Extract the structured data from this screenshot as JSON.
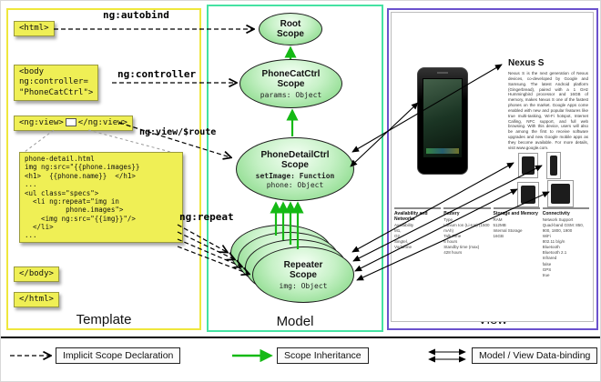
{
  "panels": {
    "template": {
      "label": "Template"
    },
    "model": {
      "label": "Model"
    },
    "view": {
      "label": "View"
    }
  },
  "template": {
    "labels": {
      "autobind": "ng:autobind",
      "controller": "ng:controller",
      "view_route": "ng:view/$route",
      "repeat": "ng:repeat"
    },
    "html_open": "<html>",
    "body_open": "<body\nng:controller=\n\"PhoneCatCtrl\">",
    "ng_view_open": "<ng:view>",
    "ng_view_close": "</ng:view>",
    "code_block": "phone-detail.html\nimg ng:src=\"{{phone.images}}\n<h1>  {{phone.name}}  </h1>\n...\n<ul class=\"specs\">\n  <li ng:repeat=\"img in\n          phone.images\">\n    <img ng:src=\"{{img}}\"/>\n  </li>\n...",
    "body_close": "</body>",
    "html_close": "</html>"
  },
  "model": {
    "root": {
      "title": "Root\nScope"
    },
    "phonecat": {
      "title": "PhoneCatCtrl\nScope",
      "prop": "params: Object"
    },
    "phonedetail": {
      "title": "PhoneDetailCtrl\nScope",
      "prop_bold": "setImage: Function",
      "prop": "phone: Object"
    },
    "repeater": {
      "title": "Repeater\nScope",
      "prop": "img: Object"
    }
  },
  "view": {
    "product_title": "Nexus S",
    "description": "Nexus S is the next generation of Nexus devices, co-developed by Google and Samsung. The latest Android platform (Gingerbread), paired with a 1 GHz Hummingbird processor and 16GB of memory, makes Nexus S one of the fastest phones on the market. Google Apps come enabled with new and popular features like true multi-tasking, Wi-Fi hotspot, Internet Calling, NFC support, and full web browsing. With this device, users will also be among the first to receive software upgrades and new Google mobile apps as they become available. For more details, visit www.google.com.",
    "specs": [
      {
        "title": "Availability and Networks",
        "body": "Availability\nM1,\nO2,\nSingtel,\nVodafone"
      },
      {
        "title": "Battery",
        "body": "Type\nLithium Ion (Li-Ion) (1500 mAh)\nTalk Time\n6 hours\nStandby time (max)\n428 hours"
      },
      {
        "title": "Storage and Memory",
        "body": "RAM\n512MB\nInternal Storage\n16GB"
      },
      {
        "title": "Connectivity",
        "body": "Network Support\nQuad-band GSM: 850, 900, 1800, 1900\nWiFi\n802.11 b/g/n\nBluetooth\nBluetooth 2.1\nInfrared\nfalse\nGPS\ntrue"
      }
    ]
  },
  "legend": {
    "implicit": "Implicit Scope Declaration",
    "inheritance": "Scope Inheritance",
    "databinding": "Model / View Data-binding"
  }
}
